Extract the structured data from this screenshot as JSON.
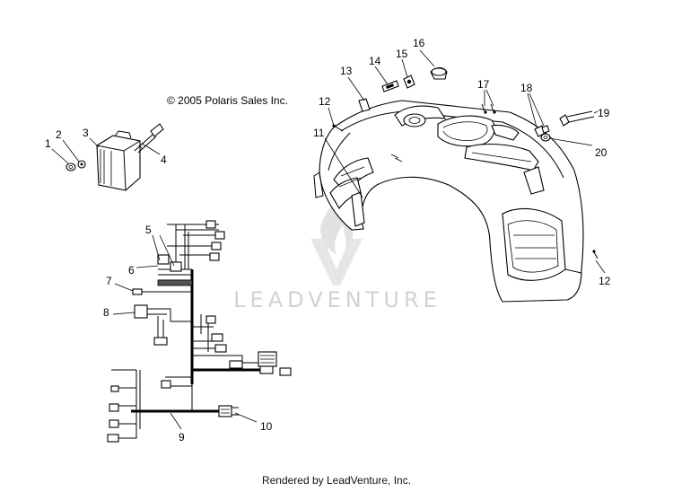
{
  "copyright": "© 2005 Polaris Sales Inc.",
  "watermark": "LEADVENTURE",
  "footer": "Rendered by LeadVenture, Inc.",
  "callouts": {
    "c1": "1",
    "c2": "2",
    "c3": "3",
    "c4": "4",
    "c5": "5",
    "c6": "6",
    "c7": "7",
    "c8": "8",
    "c9": "9",
    "c10": "10",
    "c11": "11",
    "c12a": "12",
    "c12b": "12",
    "c13": "13",
    "c14": "14",
    "c15": "15",
    "c16": "16",
    "c17": "17",
    "c18": "18",
    "c19": "19",
    "c20": "20"
  }
}
